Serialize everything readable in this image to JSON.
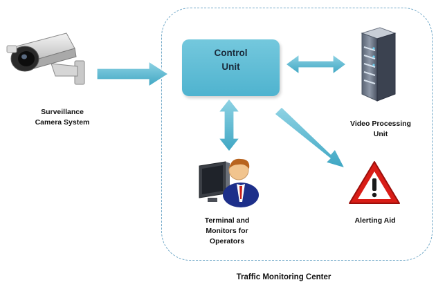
{
  "nodes": {
    "control_unit": {
      "line1": "Control",
      "line2": "Unit"
    },
    "camera": {
      "line1": "Surveillance",
      "line2": "Camera System"
    },
    "video_processing": {
      "line1": "Video Processing",
      "line2": "Unit"
    },
    "terminal": {
      "line1": "Terminal and",
      "line2": "Monitors for",
      "line3": "Operators"
    },
    "alerting": {
      "line1": "Alerting Aid"
    }
  },
  "boundary": {
    "label": "Traffic Monitoring Center"
  },
  "icons": {
    "camera": "cctv-camera-icon",
    "server": "server-icon",
    "operator": "operator-workstation-icon",
    "warning": "warning-triangle-icon"
  },
  "colors": {
    "arrow": "#5ab9d1",
    "control_unit": "#5fbdd5",
    "boundary": "#6fa7c7",
    "warning": "#e0201b"
  }
}
